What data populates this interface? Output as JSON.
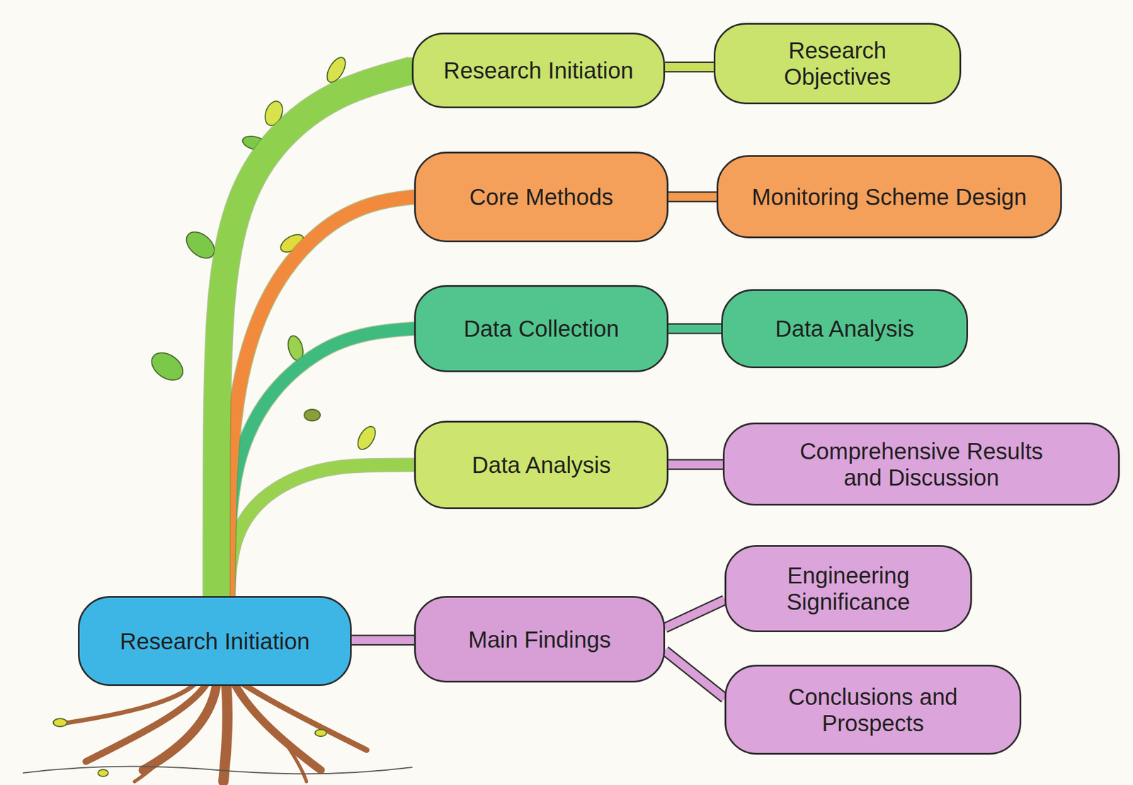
{
  "diagram": {
    "nodes": [
      {
        "text": [
          "Research Initiation"
        ]
      },
      {
        "text": [
          "Research Objectives"
        ]
      },
      {
        "text": [
          "Core Methods"
        ]
      },
      {
        "text": [
          "Monitoring Scheme Design"
        ]
      },
      {
        "text": [
          "Data Collection"
        ]
      },
      {
        "text": [
          "Data Analysis"
        ]
      },
      {
        "text": [
          "Data Analysis"
        ]
      },
      {
        "text": [
          "Comprehensive Results and Discussion"
        ]
      },
      {
        "text": [
          "Research Initiation"
        ]
      },
      {
        "text": [
          "Main Findings"
        ]
      },
      {
        "text": [
          "Engineering Significance"
        ]
      },
      {
        "text": [
          "Conclusions and Prospects"
        ]
      }
    ],
    "edges": [
      {
        "from": 0,
        "to": 1,
        "arrow": "none"
      },
      {
        "from": 2,
        "to": 3,
        "arrow": "none"
      },
      {
        "from": 4,
        "to": 5,
        "arrow": "none"
      },
      {
        "from": 6,
        "to": 7,
        "arrow": "none"
      },
      {
        "from": 8,
        "to": 9,
        "arrow": "none"
      },
      {
        "from": 9,
        "to": 10,
        "arrow": "none"
      },
      {
        "from": 9,
        "to": 11,
        "arrow": "none"
      },
      {
        "from": 8,
        "to": 6,
        "arrow": "none"
      },
      {
        "from": 8,
        "to": 4,
        "arrow": "none"
      },
      {
        "from": 8,
        "to": 2,
        "arrow": "none"
      },
      {
        "from": 8,
        "to": 0,
        "arrow": "none"
      }
    ]
  }
}
